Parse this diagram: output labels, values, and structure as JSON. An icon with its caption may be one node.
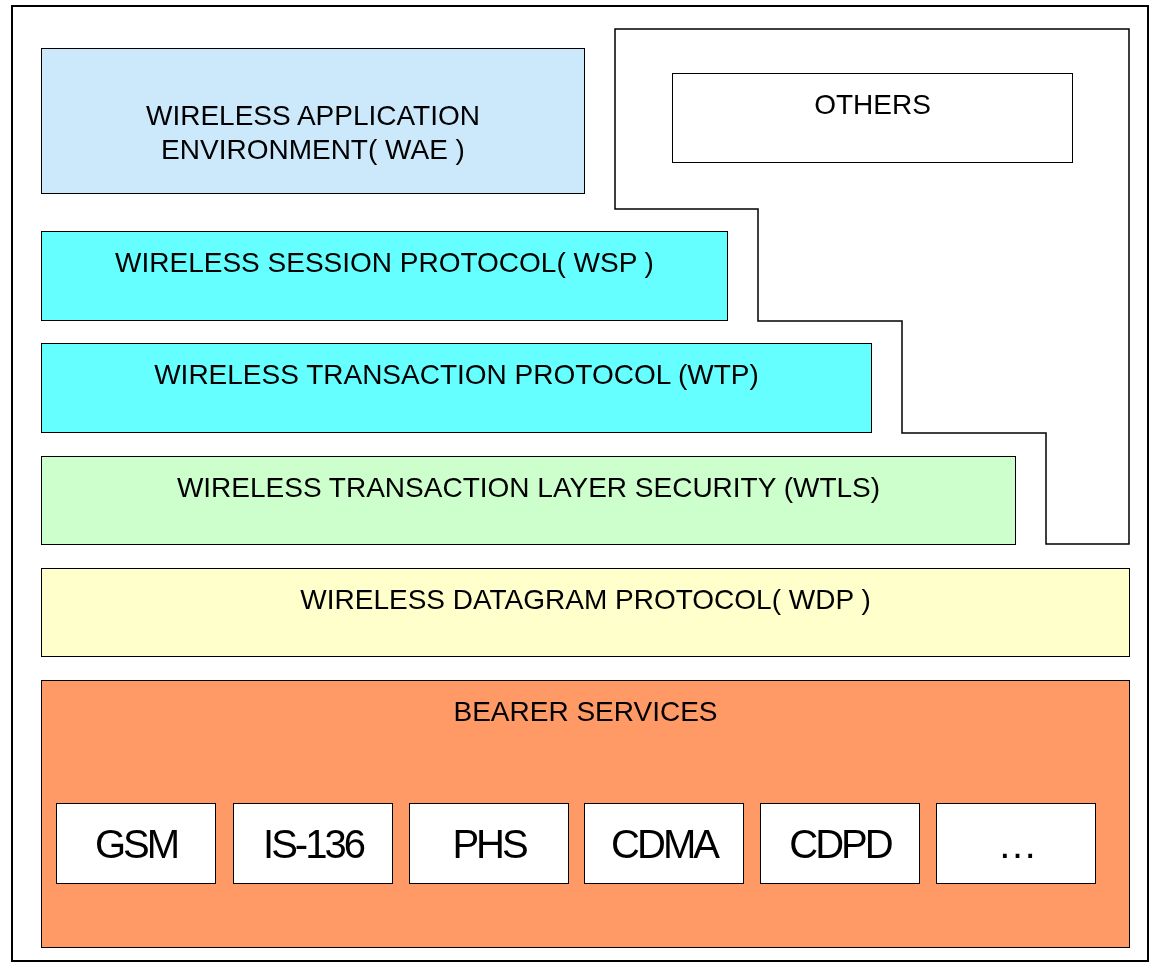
{
  "diagram": {
    "nodes": [
      {
        "text": [
          "WIRELESS APPLICATION ENVIRONMENT( WAE )"
        ]
      },
      {
        "text": [],
        "shape": "box"
      },
      {
        "text": [
          "OTHERS"
        ],
        "in": 1
      },
      {
        "text": [
          "WIRELESS SESSION PROTOCOL( WSP )"
        ]
      },
      {
        "text": [
          "WIRELESS TRANSACTION PROTOCOL (WTP)"
        ]
      },
      {
        "text": [
          "WIRELESS TRANSACTION LAYER SECURITY (WTLS)"
        ]
      },
      {
        "text": [
          "WIRELESS DATAGRAM PROTOCOL( WDP )"
        ]
      },
      {
        "text": [
          "BEARER SERVICES"
        ]
      },
      {
        "text": [
          "GSM"
        ],
        "in": 7
      },
      {
        "text": [
          "IS-136"
        ],
        "in": 7
      },
      {
        "text": [
          "PHS"
        ],
        "in": 7
      },
      {
        "text": [
          "CDMA"
        ],
        "in": 7
      },
      {
        "text": [
          "CDPD"
        ],
        "in": 7
      },
      {
        "text": [
          "…"
        ],
        "in": 7
      }
    ]
  }
}
